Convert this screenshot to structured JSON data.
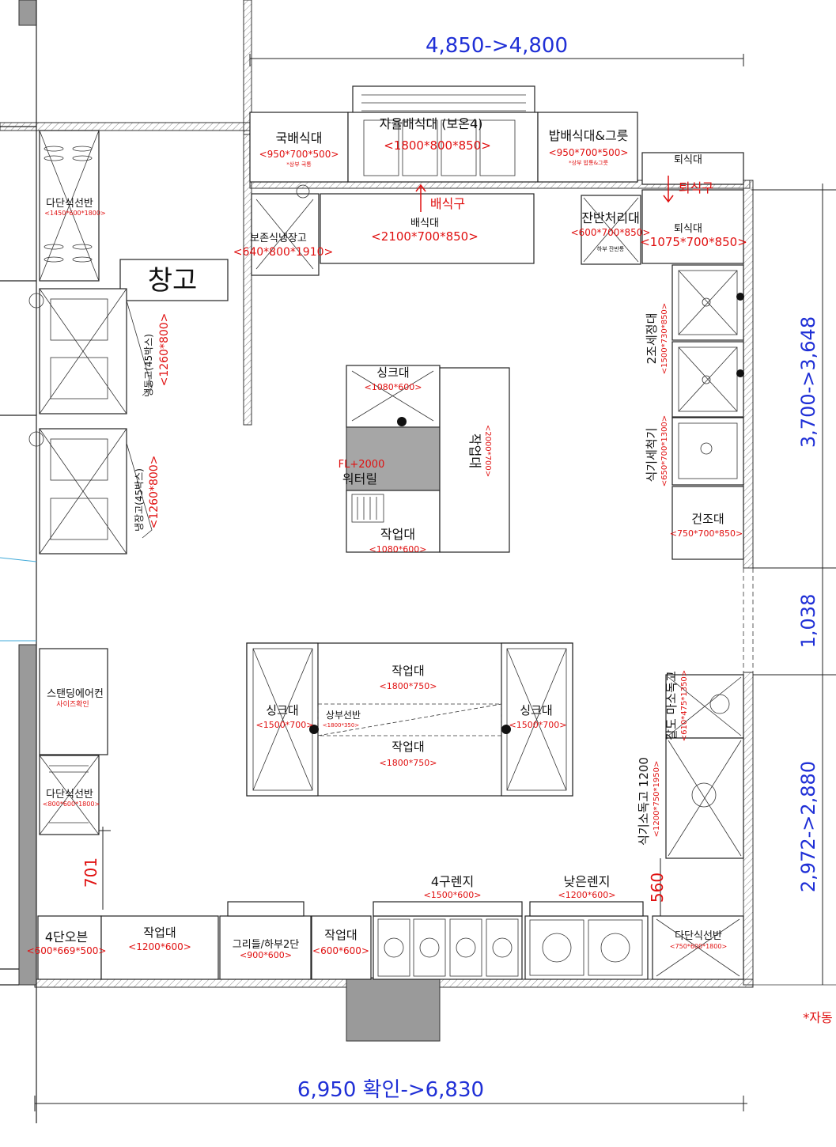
{
  "dimensions": {
    "top": "4,850->4,800",
    "bottom": "6,950 확인->6,830",
    "right_upper": "3,700->3,648",
    "right_middle": "1,038",
    "right_lower": "2,972->2,880",
    "left_701": "701",
    "mid_560": "560"
  },
  "note_auto": "*자동",
  "warehouse_label": "창고",
  "service_window": "배식구",
  "return_window": "퇴식구",
  "equipment": {
    "soup_counter": {
      "name": "국배식대",
      "size": "<950*700*500>",
      "note": "*상부 국통"
    },
    "self_counter": {
      "name": "자율배식대 (보온4)",
      "size": "<1800*800*850>"
    },
    "rice_counter": {
      "name": "밥배식대&그릇",
      "size": "<950*700*500>",
      "note": "*상부 밥통&그릇"
    },
    "return_top": {
      "name": "퇴식대"
    },
    "serving_table": {
      "name": "배식대",
      "size": "<2100*700*850>"
    },
    "warm_fridge": {
      "name": "보존식냉장고",
      "size": "<640*800*1910>"
    },
    "leftover_unit": {
      "name": "잔반처리대",
      "size": "<600*700*850>",
      "note": "하부 잔반통"
    },
    "return_table": {
      "name": "퇴식대",
      "size": "<1075*700*850>"
    },
    "shelf_left_top": {
      "name": "다단식선반",
      "size": "<1450*600*1800>"
    },
    "freezer_1": {
      "name": "냉동고(45박스)",
      "size": "<1260*800>"
    },
    "freezer_2": {
      "name": "냉장고(45박스)",
      "size": "<1260*800>"
    },
    "sink_top": {
      "name": "싱크대",
      "size": "<1080*600>"
    },
    "water_reel": {
      "name": "워터릴",
      "fl": "FL+2000"
    },
    "work_top": {
      "name": "작업대",
      "size": "<1080*600>"
    },
    "work_long": {
      "name": "작업대",
      "size": "<2000*700>"
    },
    "sink_2": {
      "name": "2조세정대",
      "size": "<1500*730*850>"
    },
    "dishwasher": {
      "name": "식기세척기",
      "size": "<650*700*1300>"
    },
    "dryer": {
      "name": "건조대",
      "size": "<750*700*850>"
    },
    "island_work_upper": {
      "name": "작업대",
      "size": "<1800*750>"
    },
    "island_work_lower": {
      "name": "작업대",
      "size": "<1800*750>"
    },
    "island_shelf": {
      "name": "상부선반",
      "size": "<1800*350>"
    },
    "island_sink_left": {
      "name": "싱크대",
      "size": "<1500*700>"
    },
    "island_sink_right": {
      "name": "싱크대",
      "size": "<1500*700>"
    },
    "aircon": {
      "name": "스탠딩에어컨",
      "note": "사이즈확인"
    },
    "shelf_left_bottom": {
      "name": "다단식선반",
      "size": "<800*600*1800>"
    },
    "soup_range": {
      "name": "갈도 마소독고",
      "size": "<610*475*1350>"
    },
    "sterilizer": {
      "name": "식기소독고 1200",
      "size": "<1200*750*1950>"
    },
    "oven": {
      "name": "4단오븐",
      "size": "<600*669*500>"
    },
    "work_bottom_1": {
      "name": "작업대",
      "size": "<1200*600>"
    },
    "griddle": {
      "name": "그리들/하부2단",
      "size": "<900*600>"
    },
    "work_bottom_2": {
      "name": "작업대",
      "size": "<600*600>"
    },
    "range_4": {
      "name": "4구렌지",
      "size": "<1500*600>"
    },
    "low_range": {
      "name": "낮은렌지",
      "size": "<1200*600>"
    },
    "shelf_right_bottom": {
      "name": "다단식선반",
      "size": "<750*600*1800>"
    }
  }
}
